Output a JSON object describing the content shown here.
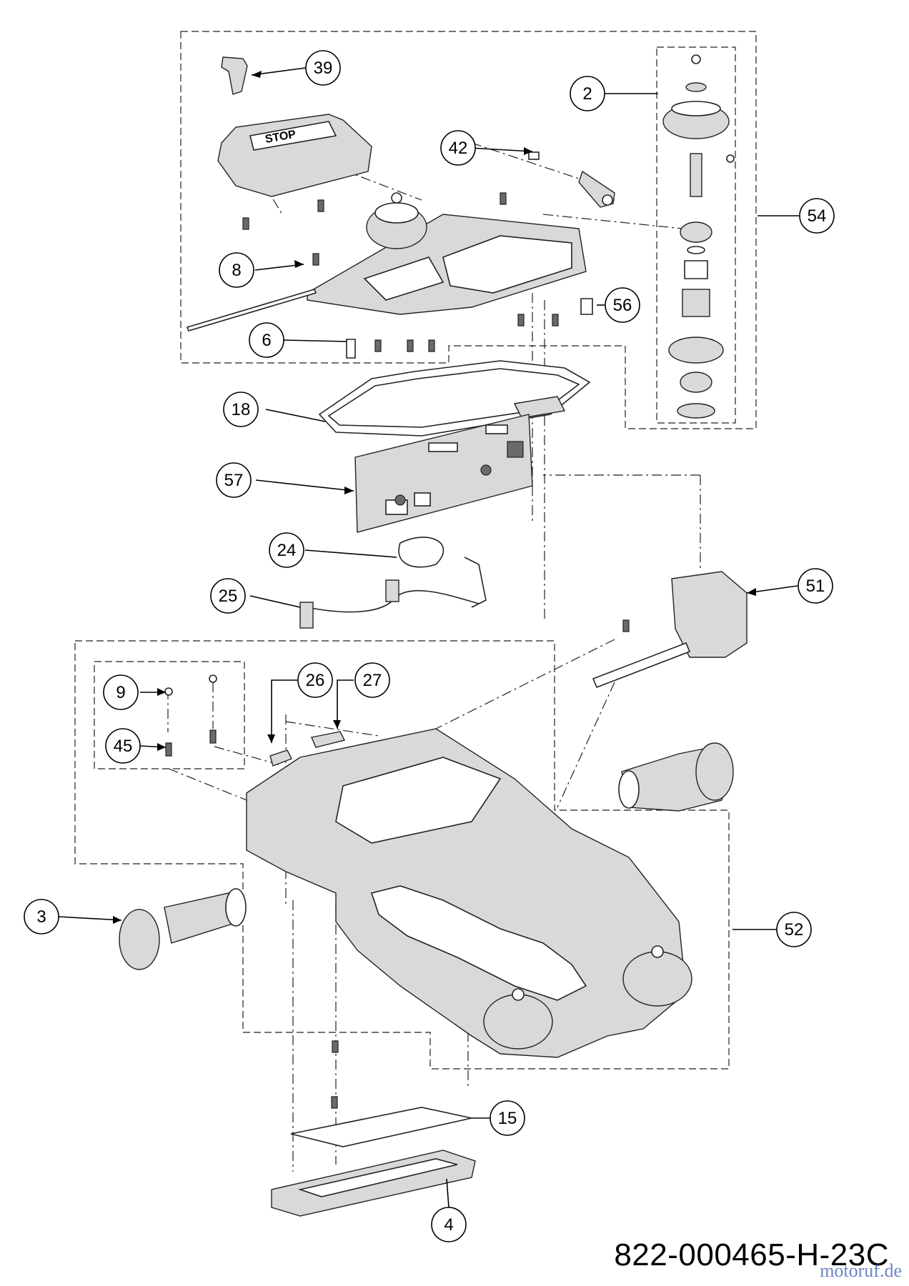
{
  "drawing_code": "822-000465-H-23C",
  "watermark": "motoruf.de",
  "callouts": [
    "39",
    "2",
    "42",
    "54",
    "8",
    "56",
    "6",
    "18",
    "57",
    "24",
    "51",
    "25",
    "9",
    "26",
    "27",
    "45",
    "3",
    "52",
    "15",
    "4"
  ]
}
